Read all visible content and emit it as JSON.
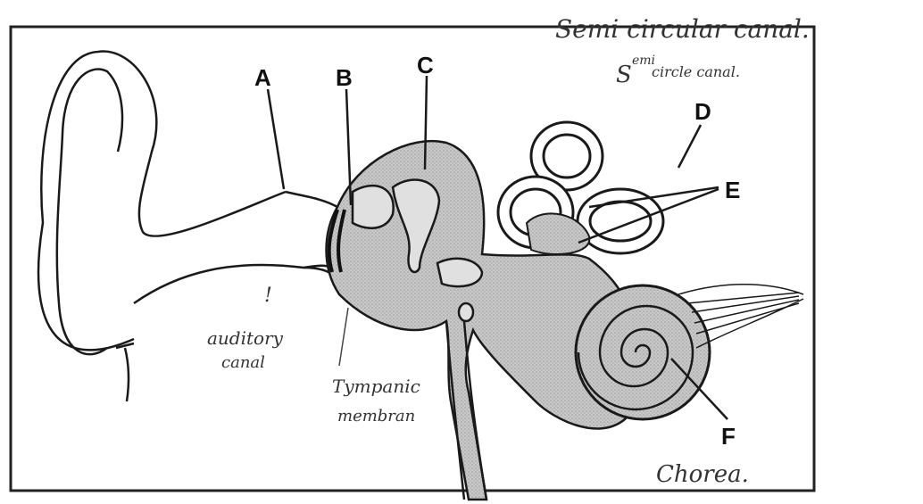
{
  "labels": {
    "a": "A",
    "b": "B",
    "c": "C",
    "d": "D",
    "e": "E",
    "f": "F"
  },
  "handwriting": {
    "semicircular_1": "Semi circular canal.",
    "semicircular_2a": "S",
    "semicircular_2b": "emi",
    "semicircular_2c": "circle canal.",
    "auditory_1": "auditory",
    "auditory_2": "canal",
    "tympanic_1": "Tympanic",
    "tympanic_2": "membran",
    "cochlea": "Chorea."
  },
  "colors": {
    "stipple": "#bdbdbd",
    "line": "#1a1a1a",
    "ink": "#333333"
  }
}
